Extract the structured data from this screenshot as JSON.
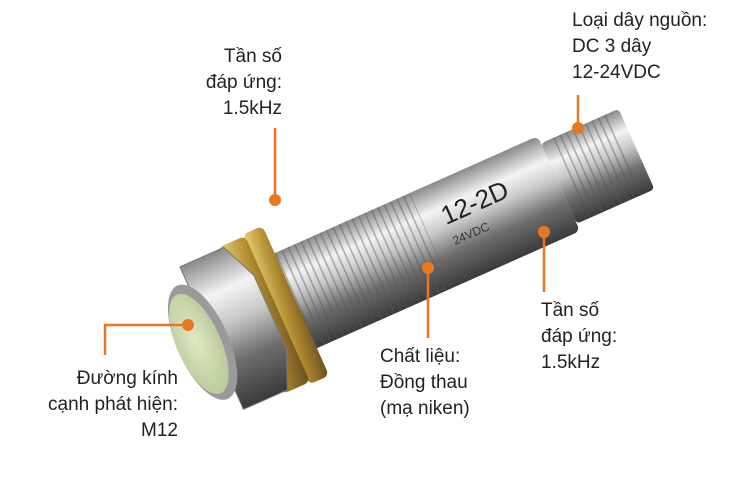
{
  "accent_color": "#e87722",
  "labels": {
    "freq_top": [
      "Tần số",
      "đáp ứng:",
      "1.5kHz"
    ],
    "power": [
      "Loại dây nguồn:",
      "DC 3 dây",
      "12-24VDC"
    ],
    "freq_right": [
      "Tần số",
      "đáp ứng:",
      "1.5kHz"
    ],
    "material": [
      "Chất liệu:",
      "Đồng thau",
      "(mạ niken)"
    ],
    "diameter": [
      "Đường kính",
      "cạnh phát hiện:",
      "M12"
    ]
  }
}
